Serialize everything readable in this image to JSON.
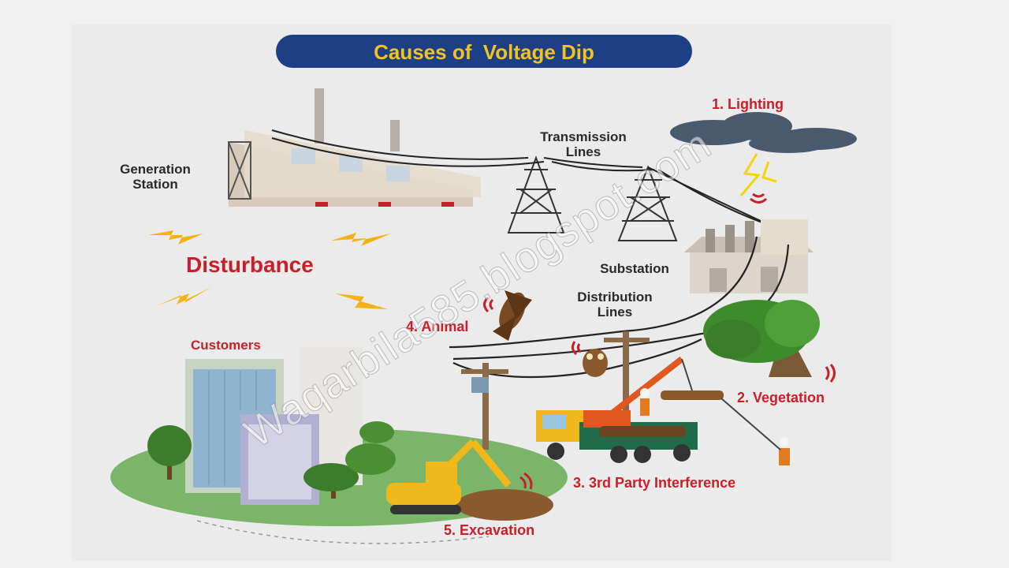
{
  "title": "Causes of  Voltage Dip",
  "labels": {
    "generation_station": "Generation\nStation",
    "transmission_lines": "Transmission\nLines",
    "substation": "Substation",
    "distribution_lines": "Distribution\nLines",
    "customers": "Customers",
    "disturbance": "Disturbance"
  },
  "causes": {
    "lightning": "1. Lighting",
    "vegetation": "2. Vegetation",
    "third_party": "3. 3rd Party Interference",
    "animal": "4. Animal",
    "excavation": "5. Excavation"
  },
  "watermark": "Waqarbila585.blogspot.com",
  "colors": {
    "title_bg": "#1d3f86",
    "title_text": "#f2c31c",
    "cause_text": "#c8202a",
    "bolt": "#f3b20f",
    "ground": "#7bb56a"
  }
}
